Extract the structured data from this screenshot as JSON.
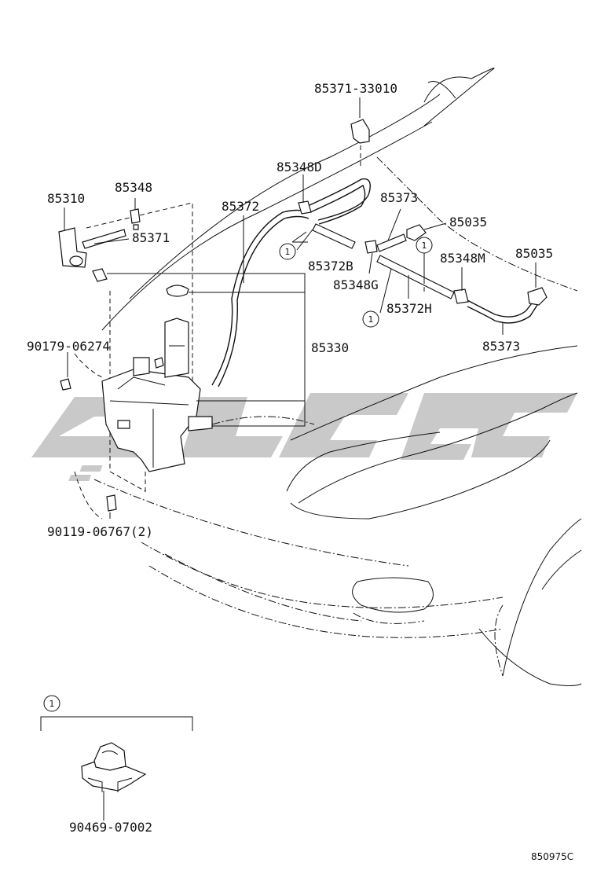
{
  "labels": {
    "p85371_33010": "85371-33010",
    "p85348D": "85348D",
    "p85373_top": "85373",
    "p85035_a": "85035",
    "p85310": "85310",
    "p85348": "85348",
    "p85372": "85372",
    "p85371": "85371",
    "p85372B": "85372B",
    "p85348G": "85348G",
    "p85348M": "85348M",
    "p85035_b": "85035",
    "p85372H": "85372H",
    "p85373_bot": "85373",
    "p90179_06274": "90179-06274",
    "p85330": "85330",
    "p90119_06767": "90119-06767(2)",
    "p90469_07002": "90469-07002",
    "ref_code": "850975C"
  },
  "callouts": {
    "one": "1"
  },
  "watermark": {
    "color": "#c9c9c9"
  }
}
